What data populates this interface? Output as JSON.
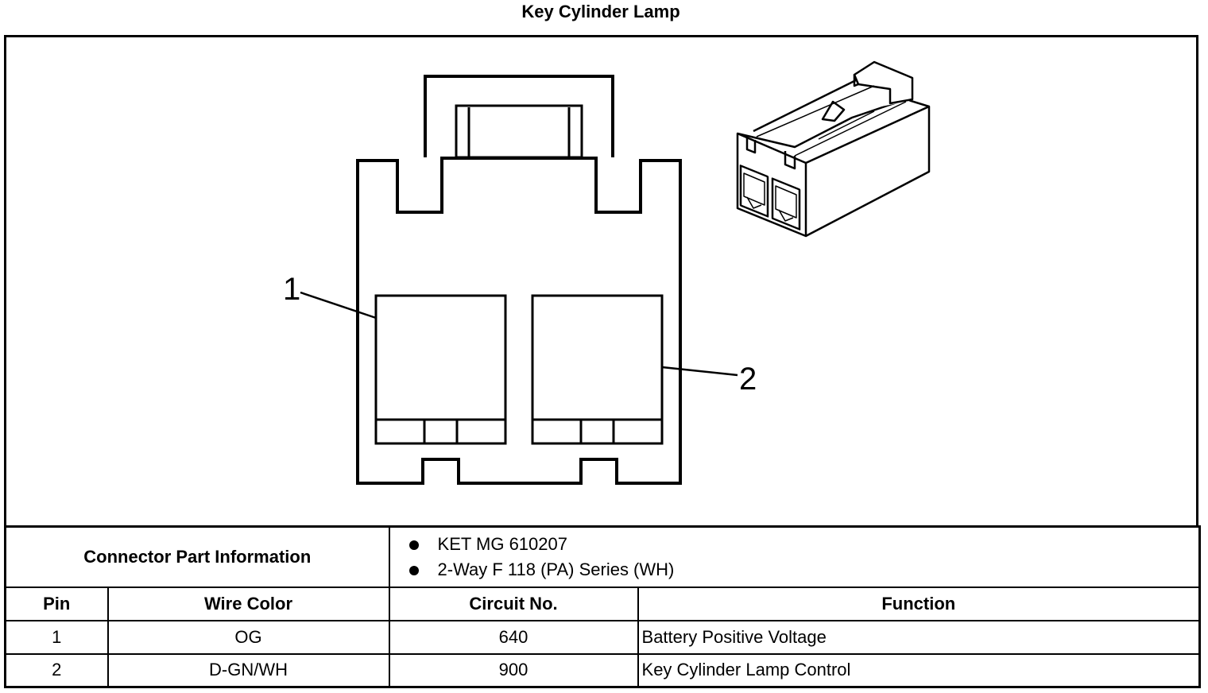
{
  "title": "Key Cylinder Lamp",
  "pin_callouts": [
    "1",
    "2"
  ],
  "connector_part_information": {
    "label": "Connector Part Information",
    "items": [
      "KET MG 610207",
      "2-Way F 118 (PA) Series (WH)"
    ]
  },
  "table": {
    "headers": [
      "Pin",
      "Wire Color",
      "Circuit No.",
      "Function"
    ],
    "rows": [
      [
        "1",
        "OG",
        "640",
        "Battery Positive Voltage"
      ],
      [
        "2",
        "D-GN/WH",
        "900",
        "Key Cylinder Lamp Control"
      ]
    ]
  }
}
